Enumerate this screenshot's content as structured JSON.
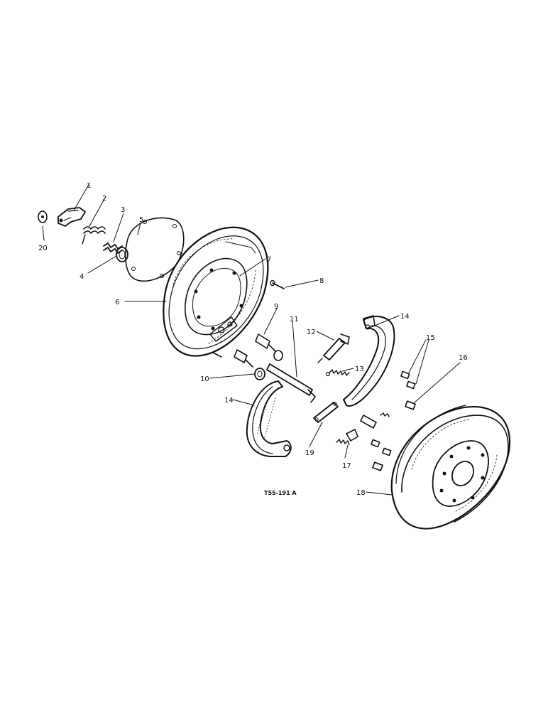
{
  "diagram": {
    "drawing_code": "T55-191 A",
    "callouts": [
      {
        "id": "c1",
        "text": "1"
      },
      {
        "id": "c2",
        "text": "2"
      },
      {
        "id": "c3",
        "text": "3"
      },
      {
        "id": "c4",
        "text": "4"
      },
      {
        "id": "c5",
        "text": "5"
      },
      {
        "id": "c6",
        "text": "6"
      },
      {
        "id": "c7",
        "text": "7"
      },
      {
        "id": "c8",
        "text": "8"
      },
      {
        "id": "c9",
        "text": "9"
      },
      {
        "id": "c10",
        "text": "10"
      },
      {
        "id": "c11",
        "text": "11"
      },
      {
        "id": "c12",
        "text": "12"
      },
      {
        "id": "c13",
        "text": "13"
      },
      {
        "id": "c14a",
        "text": "14"
      },
      {
        "id": "c14b",
        "text": "14"
      },
      {
        "id": "c15",
        "text": "15"
      },
      {
        "id": "c16",
        "text": "16"
      },
      {
        "id": "c17",
        "text": "17"
      },
      {
        "id": "c18",
        "text": "18"
      },
      {
        "id": "c19",
        "text": "19"
      },
      {
        "id": "c20",
        "text": "20"
      }
    ]
  }
}
